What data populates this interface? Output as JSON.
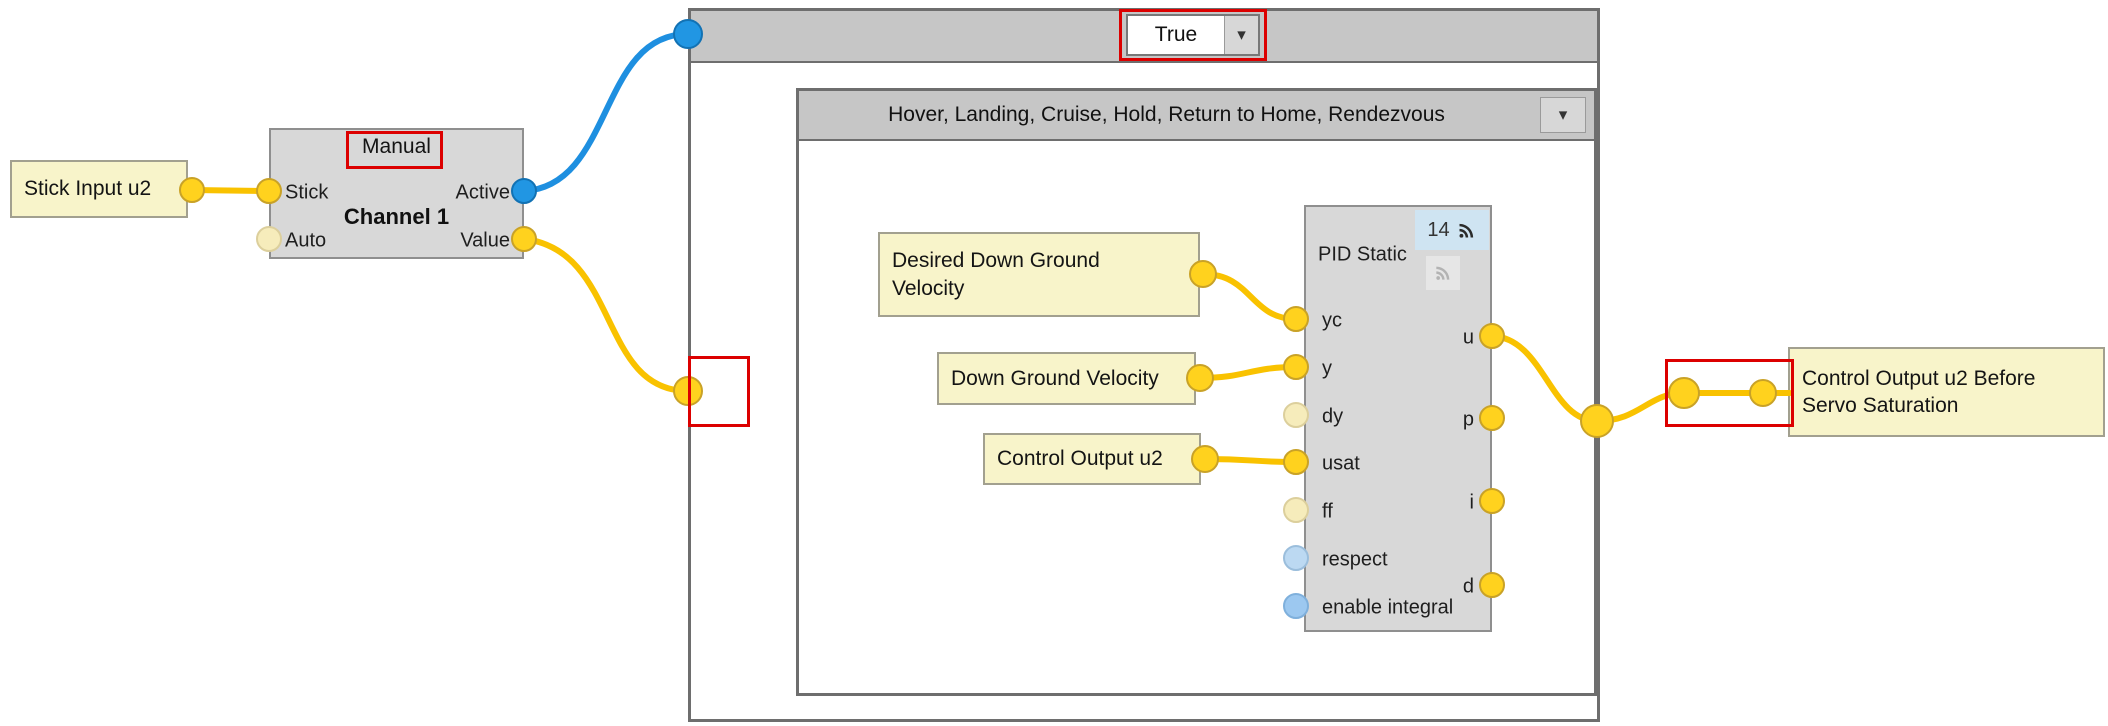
{
  "colors": {
    "wire_yellow": "#F9C200",
    "wire_blue": "#1E8FE0",
    "highlight_red": "#DC0000",
    "node_fill": "#D8D8D8",
    "header_fill": "#C6C6C6",
    "label_fill": "#F8F4CA",
    "port_yellow": "#FFD21E",
    "port_pale": "#F6ECBB",
    "port_blue": "#2196E3",
    "port_lightblue": "#BCD9F2",
    "port_midblue": "#9CC8F0",
    "badge_fill": "#CFE4F2"
  },
  "icons": {
    "dropdown_caret": "▾"
  },
  "stick_input": {
    "label": "Stick Input u2"
  },
  "channel": {
    "mode": "Manual",
    "title": "Channel 1",
    "port_stick": "Stick",
    "port_auto": "Auto",
    "port_active": "Active",
    "port_value": "Value"
  },
  "outer_switch": {
    "value": "True"
  },
  "inner_switch": {
    "value": "Hover, Landing, Cruise, Hold, Return to Home, Rendezvous"
  },
  "sources": {
    "desired_down_velocity": "Desired Down Ground Velocity",
    "down_velocity": "Down Ground Velocity",
    "control_output": "Control Output u2"
  },
  "pid": {
    "title": "PID Static",
    "badge_count": "14",
    "inputs": [
      "yc",
      "y",
      "dy",
      "usat",
      "ff",
      "respect",
      "enable integral"
    ],
    "outputs": [
      "u",
      "p",
      "i",
      "d"
    ]
  },
  "sink": {
    "label": "Control Output u2 Before Servo Saturation"
  }
}
